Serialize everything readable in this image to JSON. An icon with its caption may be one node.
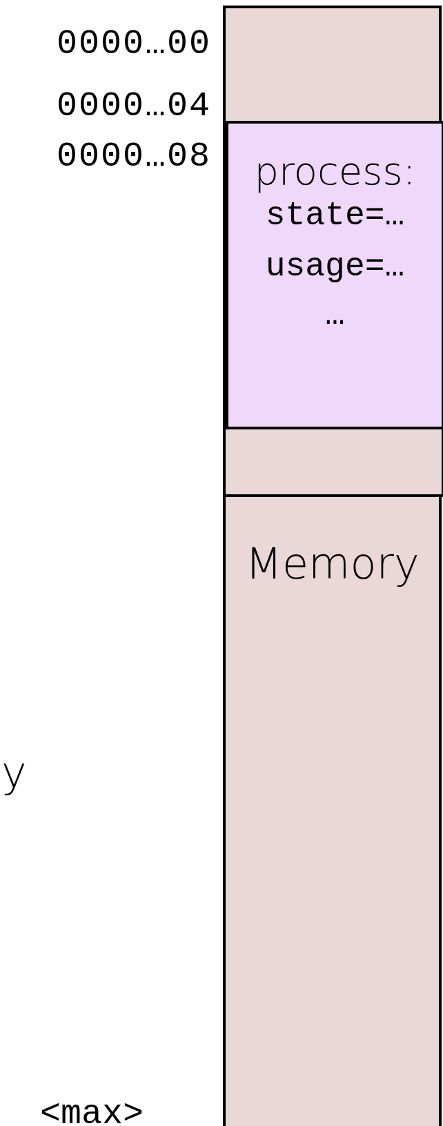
{
  "diagram": {
    "nodes": [
      {
        "text": [
          "Memory"
        ]
      },
      {
        "text": [
          "process:",
          "state=…",
          "usage=…",
          "…"
        ],
        "in": 0
      },
      {
        "text": [],
        "shape": "box",
        "in": 0
      }
    ],
    "labels": [
      "0000…00",
      "0000…04",
      "0000…08",
      "y",
      "<max>"
    ]
  }
}
